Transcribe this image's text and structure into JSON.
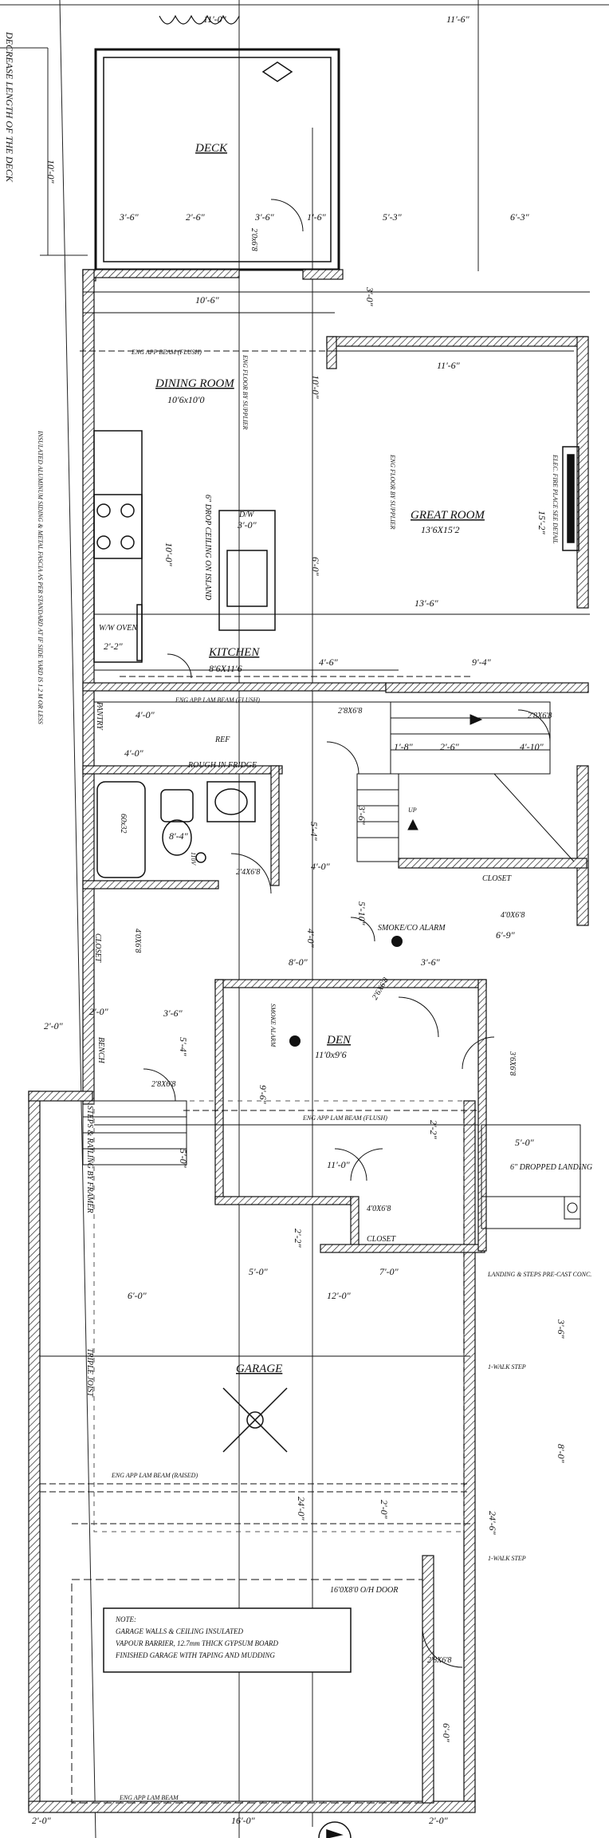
{
  "rooms": {
    "deck": "DECK",
    "dining_room": "DINING ROOM",
    "dining_size": "10'6x10'0",
    "great_room": "GREAT ROOM",
    "great_room_size": "13'6X15'2",
    "kitchen": "KITCHEN",
    "kitchen_size": "8'6X11'6",
    "den": "DEN",
    "den_size": "11'0x9'6",
    "garage": "GARAGE",
    "closet_1": "CLOSET",
    "closet_2": "CLOSET",
    "closet_3": "CLOSET",
    "pantry": "PANTRY",
    "bench": "BENCH",
    "landing": "6\" DROPPED LANDING"
  },
  "dimensions": {
    "top_left": "11'-0\"",
    "top_right": "11'-6\"",
    "deck_depth": "10'-0\"",
    "d_3_6a": "3'-6\"",
    "d_2_6a": "2'-6\"",
    "d_3_6b": "3'-6\"",
    "d_1_6": "1'-6\"",
    "d_5_3": "5'-3\"",
    "d_6_3": "6'-3\"",
    "d_10_6": "10'-6\"",
    "d_3_0a": "3'-0\"",
    "d_11_6": "11'-6\"",
    "d_10_0": "10'-0\"",
    "d_3_0b": "3'-0\"",
    "d_6_0a": "6'-0\"",
    "d_10_0b": "10'-0\"",
    "d_13_6": "13'-6\"",
    "d_15_2": "15'-2\"",
    "d_4_6": "4'-6\"",
    "d_9_4": "9'-4\"",
    "d_2_2": "2'-2\"",
    "d_4_0a": "4'-0\"",
    "d_4_0b": "4'-0\"",
    "d_1_8": "1'-8\"",
    "d_2_6b": "2'-6\"",
    "d_4_10": "4'-10\"",
    "d_8_4": "8'-4\"",
    "d_5_4": "5'-4\"",
    "d_4_0c": "4'-0\"",
    "d_3_6c": "3'-6\"",
    "d_5_10": "5'-10\"",
    "d_6_9": "6'-9\"",
    "d_8_0": "8'-0\"",
    "d_4_0d": "4'-0\"",
    "d_3_6d": "3'-6\"",
    "d_3_6e": "3'-6\"",
    "d_2_0a": "2'-0\"",
    "d_5_4b": "5'-4\"",
    "d_5_0a": "5'-0\"",
    "d_9_6": "9'-6\"",
    "d_11_0": "11'-0\"",
    "d_2_2b": "2'-2\"",
    "d_5_0b": "5'-0\"",
    "d_2_2c": "2'-2\"",
    "d_5_0c": "5'-0\"",
    "d_7_0": "7'-0\"",
    "d_6_0b": "6'-0\"",
    "d_12_0": "12'-0\"",
    "d_3_6f": "3'-6\"",
    "d_8_0b": "8'-0\"",
    "d_24_0": "24'-0\"",
    "d_24_6": "24'-6\"",
    "d_2_0b": "2'-0\"",
    "d_6_0c": "6'-0\"",
    "d_2_0c": "2'-0\"",
    "d_16_0": "16'-0\"",
    "d_2_0d": "2'-0\"",
    "d_2_0e": "2'-0\""
  },
  "doors": {
    "door_2x6_8a": "2'0x6'8",
    "door_2x6_8b": "2'8X6'8",
    "door_2x6_8c": "2'8X6'8",
    "door_2x6_8d": "2'4X6'8",
    "door_2x6_8e": "2'8X6'8",
    "door_4x6_8": "4'0X6'8",
    "door_4x6_8b": "4'0X6'8",
    "door_4x6_8c": "4'0X6'8",
    "door_2x6_8f": "2'8X6'8",
    "door_3x6_8": "3'6X6'8",
    "door_2x6_8g": "2'6X6'8",
    "garage_door": "16'0X8'0 O/H DOOR"
  },
  "annotations": {
    "decrease_deck": "DECREASE LENGTH OF THE DECK",
    "eng_floor_1": "ENG FLOOR BY SUPPLIER",
    "eng_floor_2": "ENG FLOOR BY SUPPLIER",
    "eng_beam_1": "ENG APP BEAM (FLUSH)",
    "eng_beam_2": "ENG APP LAM BEAM (FLUSH)",
    "eng_beam_3": "ENG APP LAM BEAM (FLUSH)",
    "eng_beam_4": "ENG APP LAM BEAM (RAISED)",
    "eng_beam_5": "ENG APP LAM BEAM",
    "drop_ceiling": "6\" DROP CEILING ON ISLAND",
    "dw": "D/W",
    "ww_oven": "W/W OVEN",
    "fridge": "ROUGH IN FRIDGE",
    "ref": "REF",
    "smoke_co": "SMOKE/CO ALARM",
    "smoke_alarm": "SMOKE ALARM",
    "steps_railing": "STEPS & RAILING BY FRAMER",
    "landing_steps": "LANDING & STEPS PRE-CAST CONC.",
    "walk_step_1": "1-WALK STEP",
    "walk_step_2": "1-WALK STEP",
    "triple_joist": "TRIPLE JOIST",
    "tub": "60x32",
    "elec_fireplace": "ELEC. FIRE PLACE SEE DETAIL",
    "siding_note": "INSULATED ALUMINUM SIDING & METAL FASCIA AS PER STANDARD AT IF SIDE YARD IS 1.2 M OR LESS",
    "up": "UP",
    "rise_note": "110V"
  },
  "note": {
    "title": "NOTE:",
    "line1": "GARAGE WALLS & CEILING INSULATED",
    "line2": "VAPOUR BARRIER, 12.7mm THICK GYPSUM BOARD",
    "line3": "FINISHED GARAGE WITH TAPING AND MUDDING"
  }
}
